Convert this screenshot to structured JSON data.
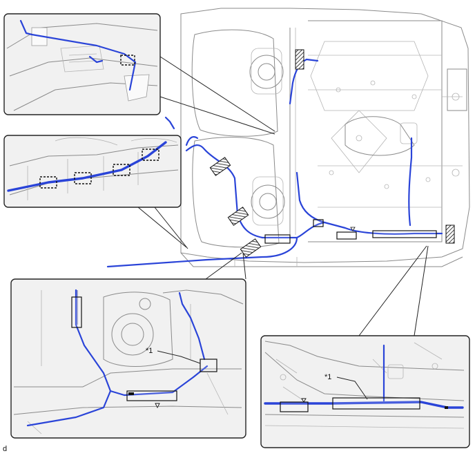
{
  "figure": {
    "corner_code": "d",
    "callouts": [
      {
        "id": "callout-1-left",
        "text": "*1"
      },
      {
        "id": "callout-1-right",
        "text": "*1"
      }
    ]
  },
  "colors": {
    "harness": "#2a44d8",
    "body_outline": "#8a8a8a",
    "inset_fill": "#f1f1f1",
    "frame": "#222222"
  },
  "icons": [
    "clamp-dashed-box",
    "protector-box",
    "hatched-tape-mark",
    "triangle-marker"
  ]
}
